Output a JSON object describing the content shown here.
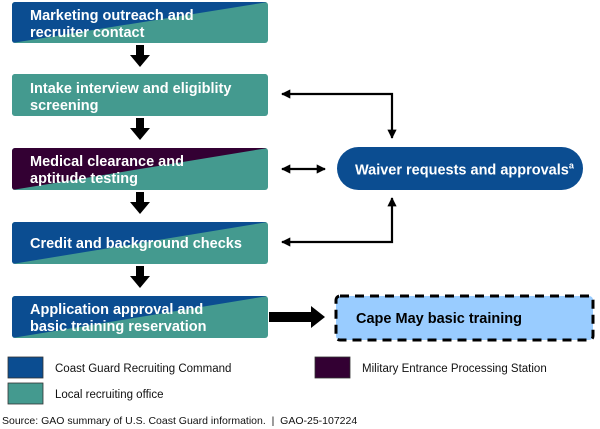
{
  "colors": {
    "coast_guard_recruiting_command": "#0b4d91",
    "local_recruiting_office": "#449a8f",
    "military_entrance_processing_station": "#330033",
    "cape_may_fill": "#99ccff",
    "arrow": "#000000"
  },
  "steps": [
    {
      "id": "marketing",
      "lines": [
        "Marketing outreach and",
        "recruiter contact"
      ],
      "primary": "coast_guard_recruiting_command",
      "secondary": "local_recruiting_office"
    },
    {
      "id": "intake",
      "lines": [
        "Intake interview and eligiblity",
        "screening"
      ],
      "primary": "local_recruiting_office",
      "secondary": "local_recruiting_office"
    },
    {
      "id": "medical",
      "lines": [
        "Medical clearance and",
        "aptitude testing"
      ],
      "primary": "military_entrance_processing_station",
      "secondary": "local_recruiting_office"
    },
    {
      "id": "credit",
      "lines": [
        "Credit and background checks"
      ],
      "primary": "coast_guard_recruiting_command",
      "secondary": "local_recruiting_office"
    },
    {
      "id": "application",
      "lines": [
        "Application approval and",
        "basic training reservation"
      ],
      "primary": "coast_guard_recruiting_command",
      "secondary": "local_recruiting_office"
    }
  ],
  "waiver": {
    "label": "Waiver requests and approvals",
    "footnote_marker": "a"
  },
  "cape_may": {
    "label": "Cape May basic training"
  },
  "legend": [
    {
      "key": "coast_guard_recruiting_command",
      "label": "Coast Guard Recruiting Command"
    },
    {
      "key": "local_recruiting_office",
      "label": "Local recruiting office"
    },
    {
      "key": "military_entrance_processing_station",
      "label": "Military Entrance Processing Station"
    }
  ],
  "source": "Source: GAO summary of U.S. Coast Guard information.  |  GAO-25-107224"
}
